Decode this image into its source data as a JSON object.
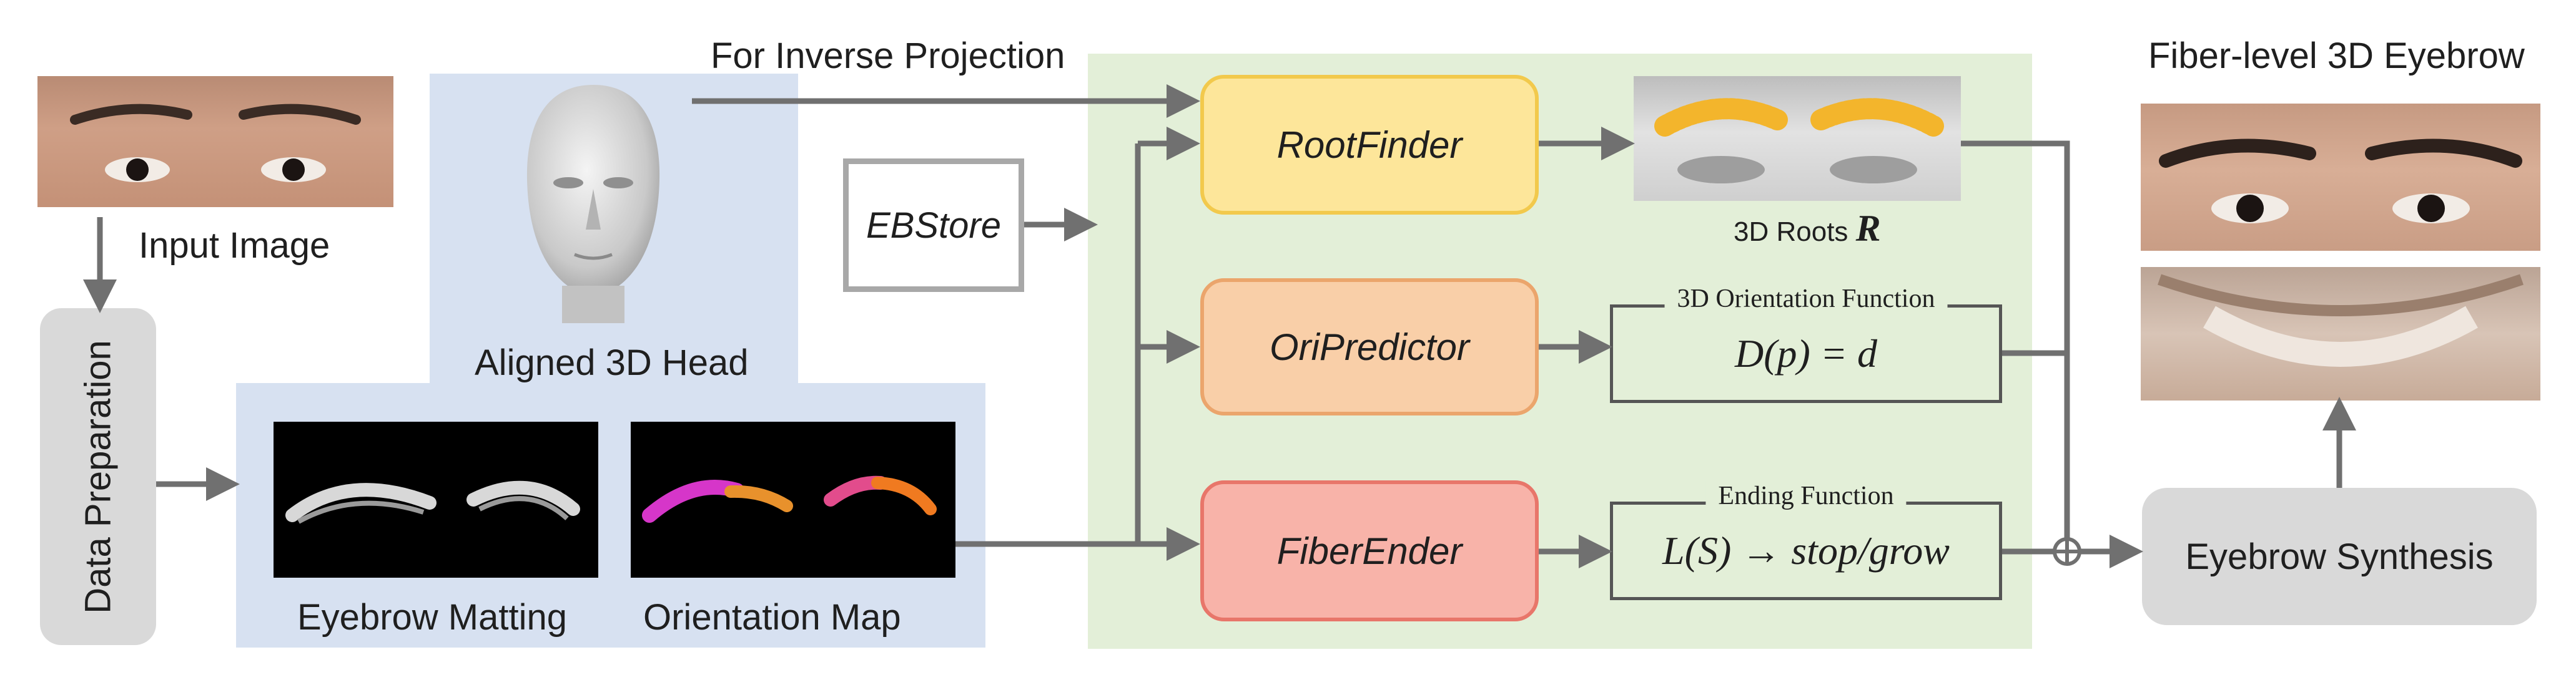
{
  "labels": {
    "input_image": "Input Image",
    "data_preparation": "Data Preparation",
    "aligned_head": "Aligned 3D Head",
    "eyebrow_matting": "Eyebrow Matting",
    "orientation_map": "Orientation Map",
    "for_inverse_projection": "For Inverse Projection",
    "ebstore": "EBStore",
    "fiber_level": "Fiber-level 3D Eyebrow",
    "eyebrow_synthesis": "Eyebrow Synthesis"
  },
  "modules": {
    "rootfinder": "RootFinder",
    "oripredictor": "OriPredictor",
    "fiberender": "FiberEnder"
  },
  "roots": {
    "caption": "3D Roots",
    "symbol": "R"
  },
  "functions": {
    "orientation_title": "3D Orientation Function",
    "orientation_expr": "D(p) = d",
    "ending_title": "Ending Function",
    "ending_expr": "L(S) → stop/grow"
  },
  "colors": {
    "rootfinder_fill": "#fde69a",
    "rootfinder_border": "#f2c94c",
    "oripredictor_fill": "#f9cfa8",
    "oripredictor_border": "#eba56c",
    "fiberender_fill": "#f8b3a9",
    "fiberender_border": "#e8766a",
    "panel_blue": "#d7e1f1",
    "panel_green": "#e3efd8",
    "arrow": "#707070"
  }
}
